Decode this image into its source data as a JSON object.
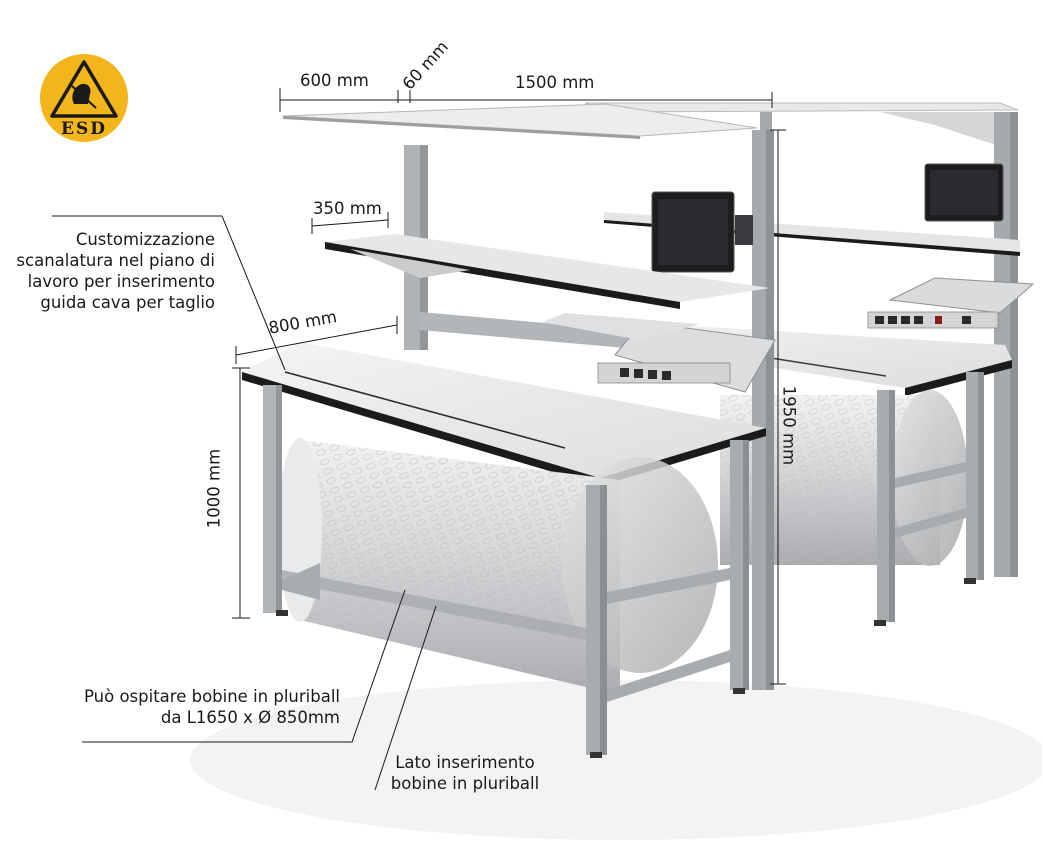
{
  "badge": {
    "text": "ESD",
    "color": "#f2b51c"
  },
  "dimensions": {
    "depth_upper": "600 mm",
    "gap": "60 mm",
    "width": "1500 mm",
    "shelf_depth": "350 mm",
    "top_depth": "800 mm",
    "height_top": "1000 mm",
    "height_total": "1950 mm"
  },
  "callouts": {
    "groove": [
      "Customizzazione",
      "scanalatura nel piano di",
      "lavoro per inserimento",
      "guida cava per taglio"
    ],
    "capacity": [
      "Può ospitare bobine in pluriball",
      "da L1650 x Ø 850mm"
    ],
    "insert_side": [
      "Lato inserimento",
      "bobine in pluriball"
    ]
  },
  "colors": {
    "frame": "#a9acaf",
    "worktop": "#e9eaeb",
    "edge": "#1b1b1b",
    "roll": "#d8d9db"
  }
}
